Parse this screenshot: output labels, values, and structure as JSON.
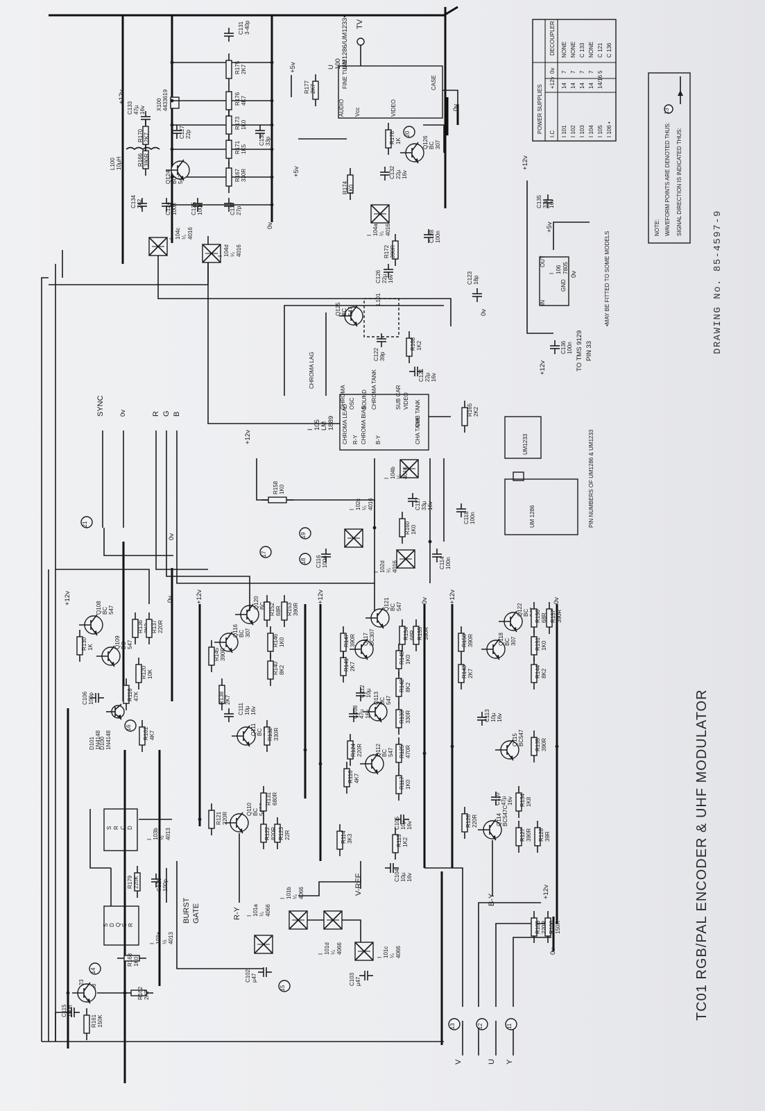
{
  "title": "TC01 RGB/PAL ENCODER & UHF MODULATOR",
  "drawing_no": "DRAWING No. 85-4597-9",
  "footnote": "•MAY BE FITTED TO SOME MODELS",
  "pin_note": "PIN NUMBERS OF UM1286 & UM1233",
  "tms_note": "TO TMS 9129",
  "tms_pin": "PIN 33",
  "note": {
    "head": "NOTE:",
    "line1": "WAVEFORM POINTS ARE DENOTED THUS:",
    "line2": "SIGNAL DIRECTION IS INDICATED THUS:",
    "sample_point": "13"
  },
  "power_table": {
    "header": "POWER SUPPLIES",
    "columns": [
      "I.C",
      "+12v",
      "0v",
      "DECOUPLER"
    ],
    "rows": [
      [
        "I 101",
        "14",
        "7",
        "NONE"
      ],
      [
        "I 102",
        "14",
        "7",
        "NONE"
      ],
      [
        "I 103",
        "14",
        "7",
        "C 133"
      ],
      [
        "I 104",
        "14",
        "7",
        "NONE"
      ],
      [
        "I 105",
        "14/16",
        "5",
        "C 121"
      ],
      [
        "I 106 •",
        "",
        "",
        "C 136"
      ]
    ]
  },
  "signals": {
    "sync": "SYNC",
    "zero_v": "0v",
    "r": "R",
    "g": "G",
    "b": "B",
    "tv": "TV",
    "plus12": "+12v",
    "plus5": "+5v",
    "v_in": "V",
    "u_in": "U",
    "y_in": "Y",
    "r_y": "R-Y",
    "b_y": "B-Y",
    "v_ref": "V-REF",
    "burst": "BURST",
    "gate": "GATE",
    "chroma_lag": "CHROMA LAG"
  },
  "ics": {
    "i101a": "I 101a ¼ 4066",
    "i101b": "I 101b ¼ 4066",
    "i101c": "I 101c ¼ 4066",
    "i101d": "I 101d ¼ 4066",
    "i102c": "I 102c ¼ 4016",
    "i102d": "I 102d ¼ 4016",
    "i103a": "I 103a ½ 4013",
    "i103b": "I 103b ½ 4013",
    "i104a": "I 104a ¼ 4016",
    "i104b": "I 104b ¼ 4016",
    "i104c": "I 104c ¼ 4016",
    "i104d": "I 104d ¼ 4016",
    "i105": "I 105 LM 1889",
    "i106": "I 106 7805",
    "u100": "U 100 UM1286/UM1233•",
    "um1286": "UM 1286",
    "um1233": "UM1233",
    "lm1889_pins": [
      "CHROMA LEAD",
      "R-Y",
      "CHROMA BIAS",
      "B-Y",
      "SOUND",
      "CHROMA TANK",
      "OSC",
      "CHROMA",
      "SUB CAR",
      "VIDEO",
      "CHA TANK",
      "CHB TANK"
    ],
    "u100_pins": [
      "FINE TUNE",
      "AUDIO",
      "Vcc",
      "VIDEO",
      "CASE"
    ],
    "i106_pins": [
      "IN",
      "OUT",
      "GND"
    ],
    "pins": [
      "1",
      "2",
      "3",
      "4",
      "5",
      "6",
      "8",
      "9",
      "10",
      "11",
      "12",
      "13",
      "14",
      "15",
      "16",
      "17",
      "18",
      "19",
      "S",
      "R",
      "D",
      "Q",
      "C"
    ]
  },
  "transistors": {
    "q108": "Q108 BC 547",
    "q109": "Q109 BC 547",
    "q110": "Q110 BC 547C",
    "q111": "Q111 BC 547",
    "q112": "Q112 BC 547",
    "q113": "Q113 BC 547",
    "q114": "Q114 BC547C",
    "q115": "Q115 BC547",
    "q116": "Q116 BC 307",
    "q117": "Q117 BC307",
    "q118": "Q118 BC 307",
    "q120": "Q120 BC 547",
    "q121": "Q121 BC 547",
    "q122": "Q122 BC 547",
    "q123": "Q123 BC 308",
    "q124": "Q124 BC 547",
    "q125": "Q125 BC 547",
    "q126": "Q126 BC 307",
    "d100": "D100 1N4148",
    "d101": "D101 1N4148"
  },
  "resistors": {
    "r101": "R101 4K7",
    "r105": "R105 220R",
    "r106": "R106 150R",
    "r114": "R114 3K3",
    "r115": "R115 1K2",
    "r116": "R116 4K7",
    "r117": "R117 1K0",
    "r118": "R118 47K",
    "r120": "R120 10K",
    "r121": "R121 220R",
    "r122": "R122 820R",
    "r123": "R123 22R",
    "r124": "R124 220R",
    "r125": "R125 470R",
    "r126": "R126 220R",
    "r127": "R127 390R",
    "r128": "R128 39R",
    "r130": "R130 1K",
    "r131": "R131 680R",
    "r132": "R132 330R",
    "r133": "R133 330R",
    "r134": "R134 1K8",
    "r135": "R135 390R",
    "r136": "R136 2K2",
    "r137": "R137 220R",
    "r138": "R138 2K7",
    "r140": "R140 8K2",
    "r141": "R141 2K7",
    "r142": "R142 8K2",
    "r143": "R143 2K7",
    "r144": "R144 8K2",
    "r145": "R145 390R",
    "r146": "R146 1K0",
    "r147": "R147 390R",
    "r148": "R148 1K0",
    "r150": "R150 390R",
    "r151": "R151 1K0",
    "r152": "R152 68R",
    "r153": "R153 390R",
    "r154": "R154 68R",
    "r155": "R155 390R",
    "r156": "R156 68R",
    "r157": "R157 390R",
    "r158": "R158 1K0",
    "r160": "R160 1K0",
    "r161": "R161 150K",
    "r162": "R162 2K7",
    "r163": "R163 1K0",
    "r165": "R165 2K2",
    "r166": "R166 390R",
    "r167": "R167 330R",
    "r168": "R168 1K2",
    "r170": "R170 2K7",
    "r171": "R171 1K5",
    "r172": "R172 390R",
    "r173": "R173 1K0",
    "r174": "R174 1K0",
    "r175": "R175 2K7",
    "r176": "R176 4K7",
    "r177": "R177 2K7",
    "r178": "R178 1K",
    "r179": "R179 220K"
  },
  "capacitors": {
    "c102": "C102 µ47",
    "c103": "C103 µ47",
    "c104": "C104 10µ 16v",
    "c105": "C105 10µ 16v",
    "c106": "C106 100p",
    "c108": "C108 47µ 16v",
    "c110": "C110 47µ 16v",
    "c111": "C111 10µ 16v",
    "c112": "C112 10µ",
    "c113": "C113 10µ 16v",
    "c114": "C114 100n",
    "c115": "C115 100n",
    "c116": "C116 100n",
    "c117": "C117 33µ 16v",
    "c118": "C118 100n",
    "c120": "C120 100p",
    "c121": "C121 22µ 16v",
    "c122": "C122 39p",
    "c123": "C123 18p",
    "c124": "C124 100n",
    "c125": "C125 100n",
    "c126": "C126 22µ 16v",
    "c127": "C127 22p",
    "c128": "C128 100n",
    "c130": "C130 33p",
    "c131": "C131 3-40p",
    "c132": "C132 22µ 16v",
    "c133": "C133 47µ 16v",
    "c134": "C134 2n2",
    "c135": "C135 33µ 16v",
    "c136": "C136 100n",
    "c137": "C137 27p",
    "l100": "L100 10µH",
    "l101": "L101",
    "x100": "X100 4433619"
  },
  "waypoints": [
    "11",
    "12",
    "13",
    "14",
    "15",
    "16",
    "17",
    "18",
    "19",
    "20",
    "21"
  ]
}
